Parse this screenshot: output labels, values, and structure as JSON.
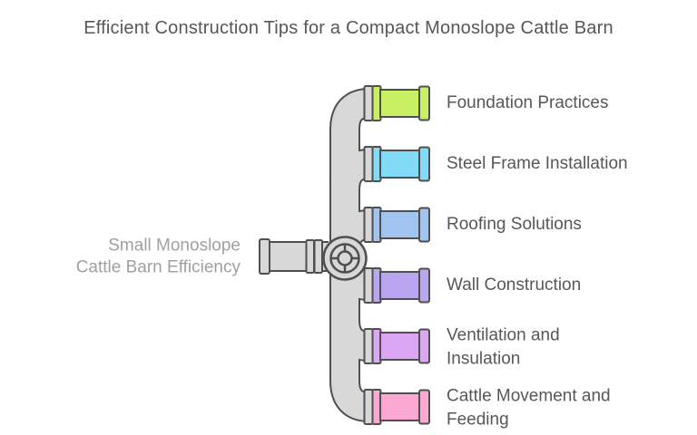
{
  "title": "Efficient Construction Tips for a Compact Monoslope Cattle Barn",
  "root": {
    "label": "Small Monoslope Cattle Barn Efficiency"
  },
  "branches": [
    {
      "label": "Foundation Practices",
      "color": "#c9ef63"
    },
    {
      "label": "Steel Frame Installation",
      "color": "#82dcf7"
    },
    {
      "label": "Roofing Solutions",
      "color": "#a2c4f0"
    },
    {
      "label": "Wall Construction",
      "color": "#b9a5f0"
    },
    {
      "label": "Ventilation and Insulation",
      "color": "#dba6f4"
    },
    {
      "label": "Cattle Movement and Feeding",
      "color": "#fba9d3"
    }
  ],
  "colors": {
    "background": "#ffffff",
    "pipe_fill": "#d8d8d8",
    "pipe_outline": "#4f4f4f",
    "title_text": "#565759",
    "branch_label_text": "#565759",
    "root_label_text": "#9fa0a2"
  }
}
